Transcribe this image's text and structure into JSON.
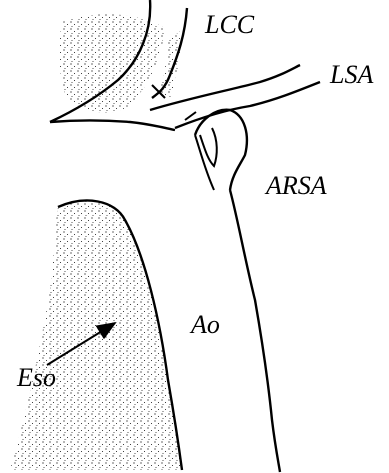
{
  "labels": {
    "lcc": "LCC",
    "lsa": "LSA",
    "arsa": "ARSA",
    "ao": "Ao",
    "eso": "Eso"
  },
  "colors": {
    "line": "#000000",
    "stipple": "#000000",
    "background": "#ffffff"
  }
}
